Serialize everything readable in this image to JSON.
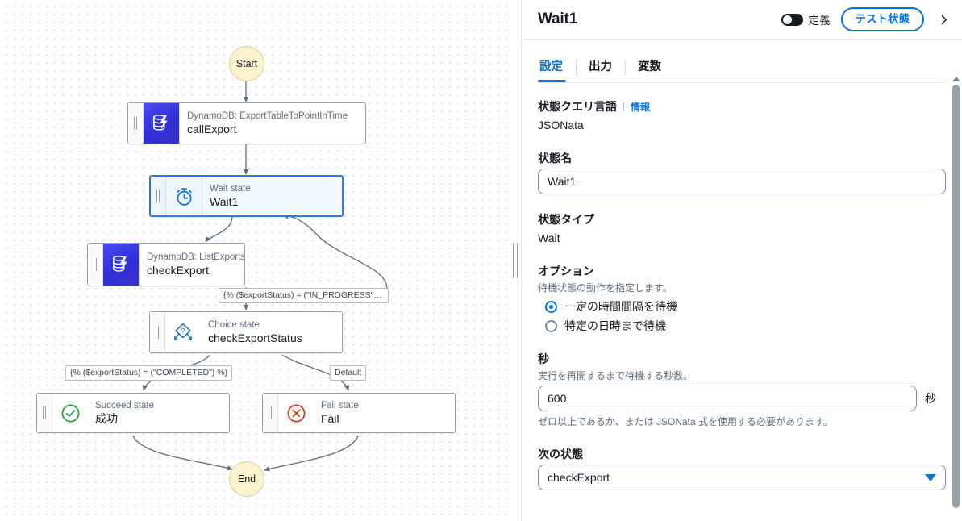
{
  "panel": {
    "title": "Wait1",
    "toggle_label": "定義",
    "test_button": "テスト状態",
    "collapse_icon": "chevron-right-icon",
    "tabs": [
      {
        "label": "設定",
        "active": true
      },
      {
        "label": "出力",
        "active": false
      },
      {
        "label": "変数",
        "active": false
      }
    ],
    "fields": {
      "query_language_label": "状態クエリ言語",
      "query_language_info": "情報",
      "query_language_value": "JSONata",
      "state_name_label": "状態名",
      "state_name_value": "Wait1",
      "state_type_label": "状態タイプ",
      "state_type_value": "Wait",
      "options_label": "オプション",
      "options_hint": "待機状態の動作を指定します。",
      "option_interval": "一定の時間間隔を待機",
      "option_timestamp": "特定の日時まで待機",
      "option_selected": "一定の時間間隔を待機",
      "seconds_label": "秒",
      "seconds_hint": "実行を再開するまで待機する秒数。",
      "seconds_value": "600",
      "seconds_suffix": "秒",
      "seconds_note": "ゼロ以上であるか、または JSONata 式を使用する必要があります。",
      "next_state_label": "次の状態",
      "next_state_value": "checkExport"
    }
  },
  "graph": {
    "start_label": "Start",
    "end_label": "End",
    "nodes": [
      {
        "sub": "DynamoDB: ExportTableToPointInTime",
        "title": "callExport",
        "icon": "dynamodb-icon"
      },
      {
        "sub": "Wait state",
        "title": "Wait1",
        "icon": "stopwatch-icon"
      },
      {
        "sub": "DynamoDB: ListExports",
        "title": "checkExport",
        "icon": "dynamodb-icon"
      },
      {
        "sub": "Choice state",
        "title": "checkExportStatus",
        "icon": "choice-diamond-icon"
      },
      {
        "sub": "Succeed state",
        "title": "成功",
        "icon": "check-circle-icon"
      },
      {
        "sub": "Fail state",
        "title": "Fail",
        "icon": "x-circle-icon"
      }
    ],
    "edge_labels": [
      "{% ($exportStatus) = (\"IN_PROGRESS\") %…",
      "{% ($exportStatus) = (\"COMPLETED\") %}",
      "Default"
    ]
  },
  "colors": {
    "accent": "#0972d3",
    "service_node": "#3b35d6",
    "succeed": "#1d9b37",
    "fail": "#d13212",
    "terminal_fill": "#fbf3cd"
  }
}
